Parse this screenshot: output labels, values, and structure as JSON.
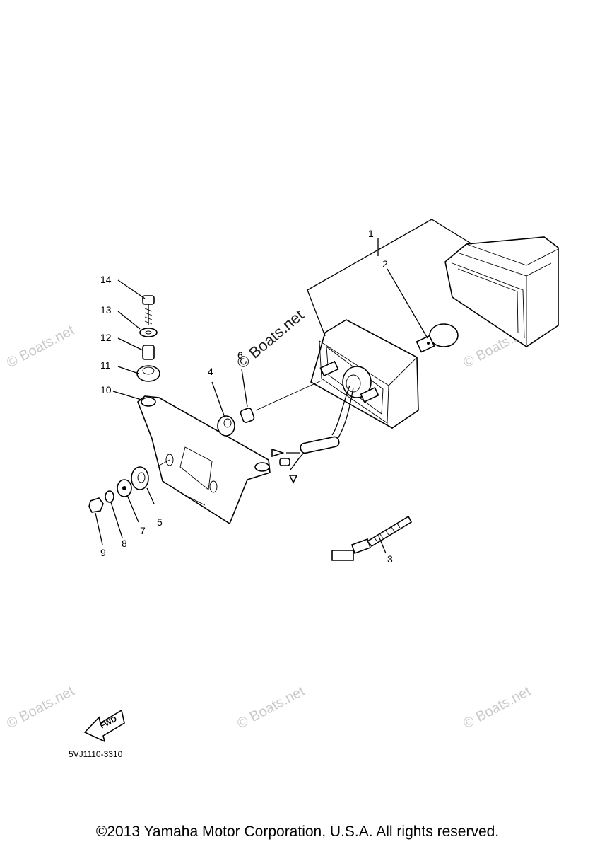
{
  "callouts": [
    "1",
    "2",
    "3",
    "4",
    "5",
    "6",
    "7",
    "8",
    "9",
    "10",
    "11",
    "12",
    "13",
    "14"
  ],
  "watermark_text": "© Boats.net",
  "fwd_label": "FWD",
  "diagram_code": "5VJ1110-3310",
  "copyright": "©2013 Yamaha Motor Corporation, U.S.A. All rights reserved."
}
